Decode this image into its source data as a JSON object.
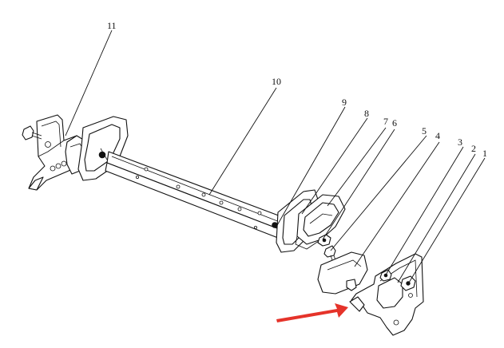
{
  "callouts": [
    {
      "label": "1"
    },
    {
      "label": "2"
    },
    {
      "label": "3"
    },
    {
      "label": "4"
    },
    {
      "label": "5"
    },
    {
      "label": "6"
    },
    {
      "label": "7"
    },
    {
      "label": "8"
    },
    {
      "label": "9"
    },
    {
      "label": "10"
    },
    {
      "label": "11"
    }
  ],
  "colors": {
    "line": "#111111",
    "arrow": "#e5332a",
    "background": "#ffffff"
  }
}
